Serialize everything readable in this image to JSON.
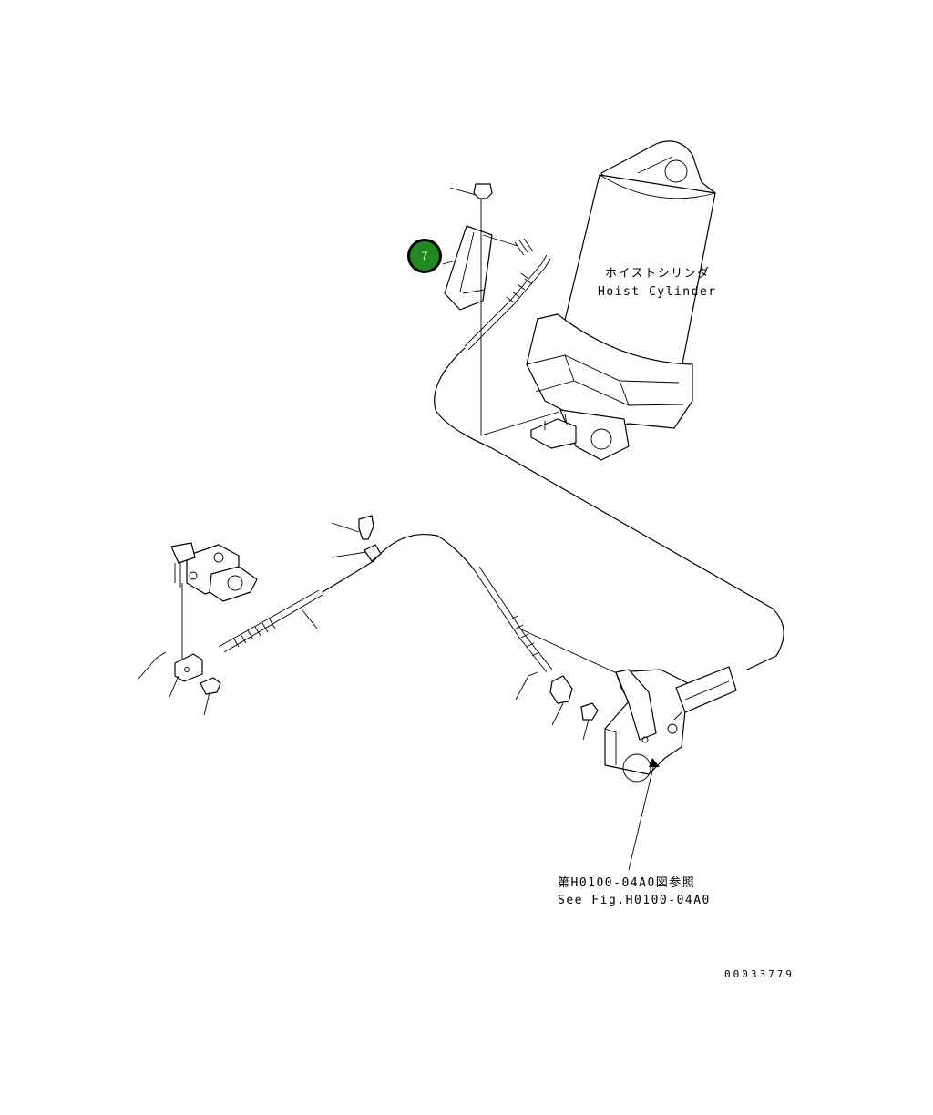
{
  "labels": {
    "hoist_cylinder_jp": "ホイストシリンダ",
    "hoist_cylinder_en": "Hoist Cylinder",
    "see_fig_jp": "第H0100-04A0図参照",
    "see_fig_en": "See Fig.H0100-04A0",
    "drawing_number": "00033779"
  },
  "callouts": [
    {
      "number": "7",
      "color": "#1f8a1f"
    }
  ]
}
